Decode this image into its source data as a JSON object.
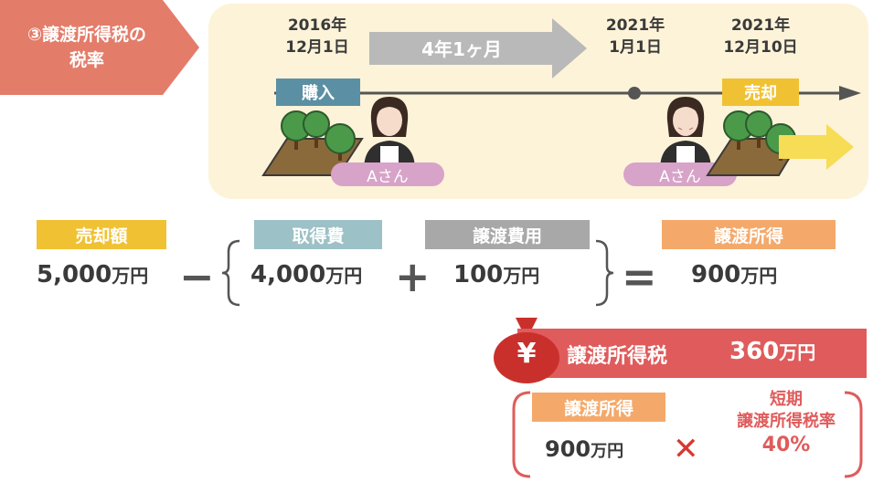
{
  "header": {
    "title_line1": "③譲渡所得税の",
    "title_line2": "税率"
  },
  "timeline": {
    "start": {
      "year": "2016年",
      "day": "12月1日",
      "tag": "購入"
    },
    "duration": "4年1ヶ月",
    "mid": {
      "year": "2021年",
      "day": "1月1日"
    },
    "end": {
      "year": "2021年",
      "day": "12月10日",
      "tag": "売却"
    },
    "person_label_1": "Aさん",
    "person_label_2": "Aさん"
  },
  "formula": {
    "sale": {
      "label": "売却額",
      "value": "5,000",
      "unit": "万円"
    },
    "minus": "−",
    "acquisition": {
      "label": "取得費",
      "value": "4,000",
      "unit": "万円"
    },
    "plus": "+",
    "transfer_cost": {
      "label": "譲渡費用",
      "value": "100",
      "unit": "万円"
    },
    "equals": "=",
    "income": {
      "label": "譲渡所得",
      "value": "900",
      "unit": "万円"
    }
  },
  "tax": {
    "yen_symbol": "¥",
    "label": "譲渡所得税",
    "value": "360",
    "unit": "万円",
    "income_label": "譲渡所得",
    "income_value": "900",
    "income_unit": "万円",
    "times": "✕",
    "rate_label_line1": "短期",
    "rate_label_line2": "譲渡所得税率",
    "rate_value": "40%"
  },
  "colors": {
    "header_bg": "#e47c6a",
    "timeline_bg": "#fdf3d8",
    "blue_tag": "#5b8fa3",
    "gold": "#f0c132",
    "teal_tag": "#9cc1c6",
    "gray_tag": "#a8a8a8",
    "orange_tag": "#f4a96a",
    "red_bar": "#e05b5b",
    "pink_label": "#d7a3c8"
  }
}
